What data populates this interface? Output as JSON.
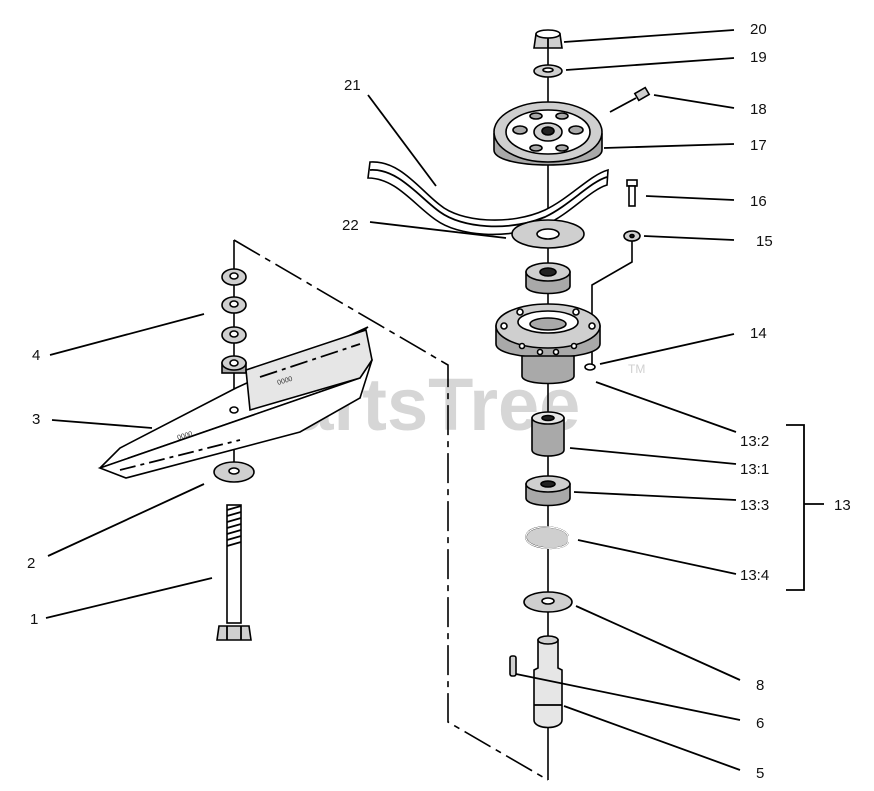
{
  "watermark": {
    "text": "PartsTree",
    "trademark": "TM"
  },
  "callouts": [
    "1",
    "2",
    "3",
    "4",
    "5",
    "6",
    "8",
    "13",
    "13:1",
    "13:2",
    "13:3",
    "13:4",
    "14",
    "15",
    "16",
    "17",
    "18",
    "19",
    "20",
    "21",
    "22"
  ],
  "labels": {
    "l1": "1",
    "l2": "2",
    "l3": "3",
    "l4": "4",
    "l5": "5",
    "l6": "6",
    "l8": "8",
    "l13": "13",
    "l13_1": "13:1",
    "l13_2": "13:2",
    "l13_3": "13:3",
    "l13_4": "13:4",
    "l14": "14",
    "l15": "15",
    "l16": "16",
    "l17": "17",
    "l18": "18",
    "l19": "19",
    "l20": "20",
    "l21": "21",
    "l22": "22"
  }
}
